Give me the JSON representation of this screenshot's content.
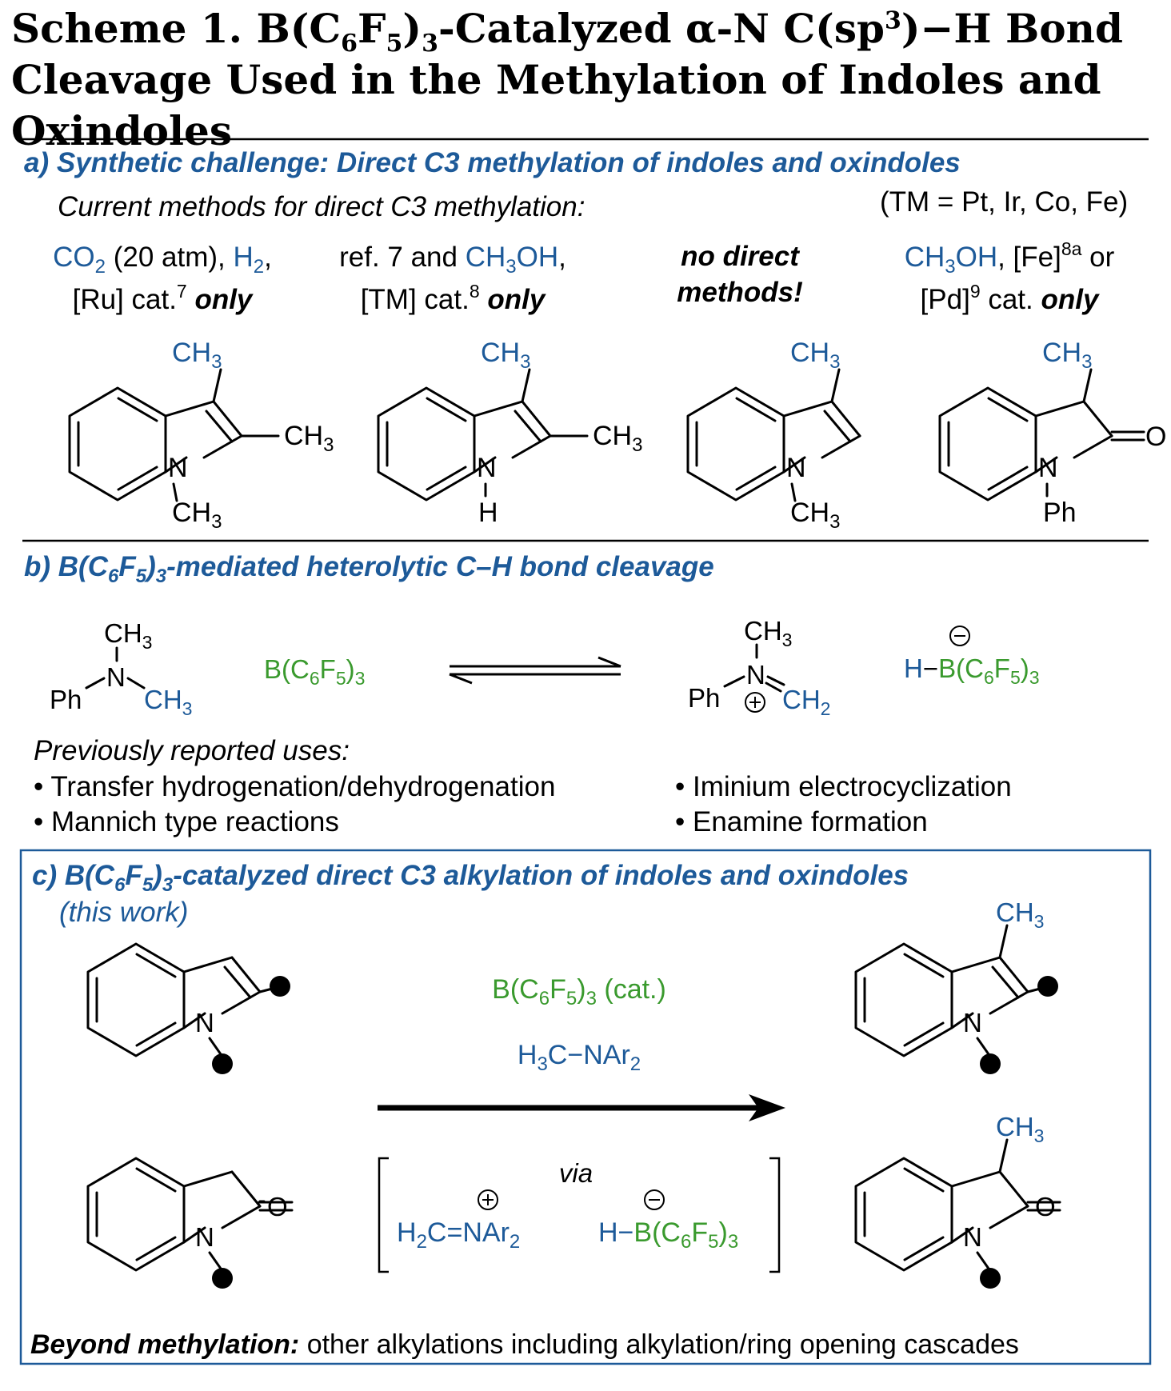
{
  "title": {
    "line1": {
      "pre": "Scheme 1. B(C",
      "s1": "6",
      "mid1": "F",
      "s2": "5",
      "mid2": ")",
      "s3": "3",
      "post": "-Catalyzed α-N C(sp",
      "sup": "3",
      "end": ")−H Bond"
    },
    "line2": "Cleavage Used in the Methylation of Indoles and Oxindoles"
  },
  "panel_a": {
    "heading": "a) Synthetic challenge: Direct C3 methylation of indoles and oxindoles",
    "current_methods": "Current methods for direct C3 methylation:",
    "tm_note": "(TM = Pt, Ir, Co, Fe)",
    "col1": {
      "co2": "CO",
      "co2_sub": "2",
      "rest1": " (20 atm), ",
      "h2": "H",
      "h2_sub": "2",
      "comma": ",",
      "ru": "[Ru] cat.",
      "ref": "7",
      "only": " only"
    },
    "col2": {
      "ref7": "ref. 7 and ",
      "meoh": "CH",
      "meoh_sub": "3",
      "meoh2": "OH",
      "comma": ",",
      "tm": "[TM] cat.",
      "ref": "8",
      "only": " only"
    },
    "col3": {
      "line1": "no direct",
      "line2": "methods!"
    },
    "col4": {
      "meoh": "CH",
      "meoh_sub": "3",
      "meoh2": "OH",
      "fe": ", [Fe]",
      "fe_ref": "8a",
      "or": " or",
      "pd": "[Pd]",
      "pd_ref": "9",
      "cat": " cat.",
      "only": " only"
    },
    "struct_labels": {
      "ch": "CH",
      "sub3": "3",
      "n": "N",
      "h": "H",
      "o": "O",
      "ph": "Ph"
    }
  },
  "panel_b": {
    "heading": {
      "pre": "b) B(C",
      "s1": "6",
      "mid": "F",
      "s2": "5",
      "mid2": ")",
      "s3": "3",
      "post": "-mediated heterolytic C–H bond cleavage"
    },
    "borane": {
      "pre": "B(C",
      "s1": "6",
      "mid": "F",
      "s2": "5",
      "mid2": ")",
      "s3": "3"
    },
    "hydride": {
      "pre": "H−B(C",
      "s1": "6",
      "mid": "F",
      "s2": "5",
      "mid2": ")",
      "s3": "3"
    },
    "ch2": {
      "pre": "CH",
      "sub": "2"
    },
    "previously": "Previously reported uses:",
    "uses": [
      "• Transfer hydrogenation/dehydrogenation",
      "• Mannich type reactions",
      "• Iminium electrocyclization",
      "• Enamine formation"
    ]
  },
  "panel_c": {
    "heading": {
      "pre": "c) B(C",
      "s1": "6",
      "mid": "F",
      "s2": "5",
      "mid2": ")",
      "s3": "3",
      "post": "-catalyzed direct C3 alkylation of indoles and oxindoles"
    },
    "this_work": "(this work)",
    "catalyst": {
      "pre": "B(C",
      "s1": "6",
      "mid": "F",
      "s2": "5",
      "mid2": ")",
      "s3": "3",
      "post": " (cat.)"
    },
    "reagent": {
      "pre": "H",
      "s1": "3",
      "mid": "C−NAr",
      "s2": "2"
    },
    "via": "via",
    "iminium": {
      "pre": "H",
      "s1": "2",
      "mid": "C=NAr",
      "s2": "2"
    },
    "borohydride": {
      "pre": "H−",
      "b": "B(C",
      "s1": "6",
      "mid": "F",
      "s2": "5",
      "mid2": ")",
      "s3": "3"
    },
    "beyond_bold": "Beyond methylation:",
    "beyond_rest": " other alkylations including alkylation/ring opening cascades"
  },
  "colors": {
    "blue": "#1d5a99",
    "green": "#3a9a2e",
    "black": "#000000"
  }
}
